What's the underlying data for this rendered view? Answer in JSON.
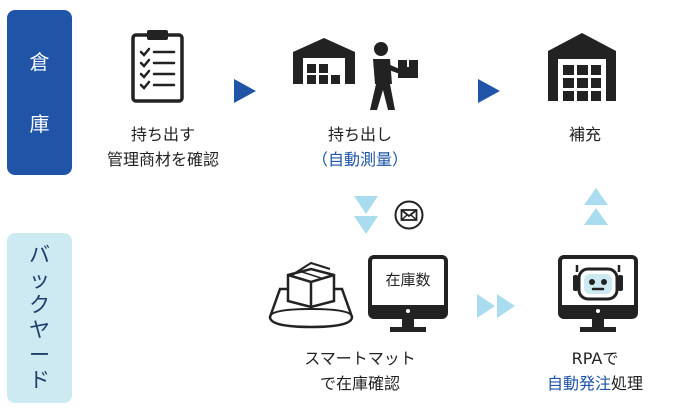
{
  "lanes": {
    "warehouse": {
      "chars": [
        "倉",
        "庫"
      ]
    },
    "backyard": {
      "chars": [
        "バ",
        "ッ",
        "ク",
        "ヤ",
        "ー",
        "ド"
      ]
    }
  },
  "steps": {
    "take_out": {
      "line1": "持ち出す",
      "line2": "管理商材を確認"
    },
    "carry_out": {
      "line1": "持ち出し",
      "line2": "（自動測量）"
    },
    "replenish": {
      "line1": "補充"
    },
    "smart_mat": {
      "line1": "スマートマット",
      "line2": "で在庫確認"
    },
    "rpa": {
      "line1": "RPAで",
      "line2_blue": "自動発注",
      "line2_rest": "処理"
    }
  },
  "monitor_label": "在庫数",
  "icons": [
    "clipboard-checklist-icon",
    "warehouse-icon",
    "worker-carrying-box-icon",
    "warehouse-full-icon",
    "smart-mat-icon",
    "monitor-icon",
    "robot-monitor-icon",
    "mail-icon"
  ],
  "colors": {
    "primary": "#1f54a6",
    "light": "#cdeaf2",
    "arrow_light": "#a9dcee",
    "icon": "#222222"
  }
}
